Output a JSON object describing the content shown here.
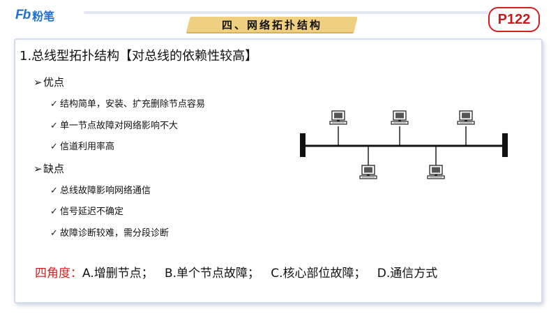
{
  "brand": {
    "logo_mark": "Fb",
    "logo_text": "粉笔",
    "color": "#1f6fd6"
  },
  "section_title": "四、网络拓扑结构",
  "page_badge": "P122",
  "heading": "1.总线型拓扑结构【对总线的依赖性较高】",
  "groups": [
    {
      "title": "优点",
      "items": [
        "结构简单，安装、扩充删除节点容易",
        "单一节点故障对网络影响不大",
        "信道利用率高"
      ]
    },
    {
      "title": "缺点",
      "items": [
        "总线故障影响网络通信",
        "信号延迟不确定",
        "故障诊断较难，需分段诊断"
      ]
    }
  ],
  "angles": {
    "label": "四角度：",
    "options": [
      "A.增删节点；",
      "B.单个节点故障；",
      "C.核心部位故障；",
      "D.通信方式"
    ]
  },
  "icons": {
    "bullet": "arrow-bullet-icon",
    "check": "check-icon",
    "node": "computer-icon"
  },
  "accent_color": "#d11f1f"
}
